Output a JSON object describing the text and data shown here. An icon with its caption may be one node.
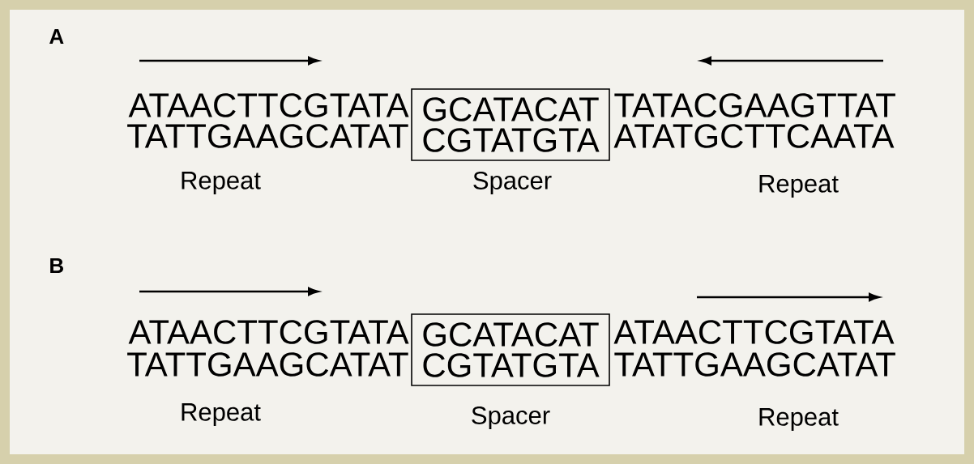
{
  "diagram": {
    "nodes": [
      {
        "text": [
          "GCATACAT",
          "CGTATGTA"
        ]
      },
      {
        "text": [
          "GCATACAT",
          "CGTATGTA"
        ]
      }
    ],
    "labels": [
      "A",
      "ATAACTTCGTATA",
      "TATACGAAGTTAT",
      "TATTGAAGCATAT",
      "ATATGCTTCAATA",
      "Repeat",
      "Spacer",
      "Repeat",
      "B",
      "ATAACTTCGTATA",
      "ATAACTTCGTATA",
      "TATTGAAGCATAT",
      "TATTGAAGCATAT",
      "Repeat",
      "Spacer",
      "Repeat"
    ]
  }
}
